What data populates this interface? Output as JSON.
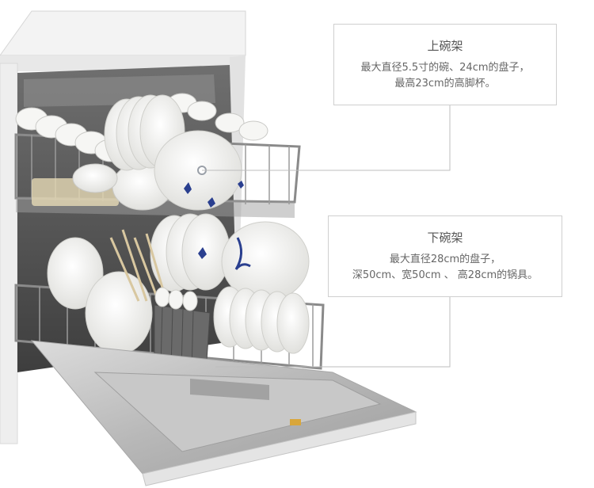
{
  "upper_rack": {
    "title": "上碗架",
    "desc_line1": "最大直径5.5寸的碗、24cm的盘子，",
    "desc_line2": "最高23cm的高脚杯。"
  },
  "lower_rack": {
    "title": "下碗架",
    "desc_line1": "最大直径28cm的盘子，",
    "desc_line2": "深50cm、宽50cm 、 高28cm的锅具。"
  },
  "colors": {
    "background": "#ffffff",
    "appliance_white": "#f4f4f4",
    "rack_grey": "#8a8a8a",
    "plate_white": "#f7f7f5",
    "pattern_blue": "#2a3f8f",
    "callout_border": "#cfcfcf"
  }
}
